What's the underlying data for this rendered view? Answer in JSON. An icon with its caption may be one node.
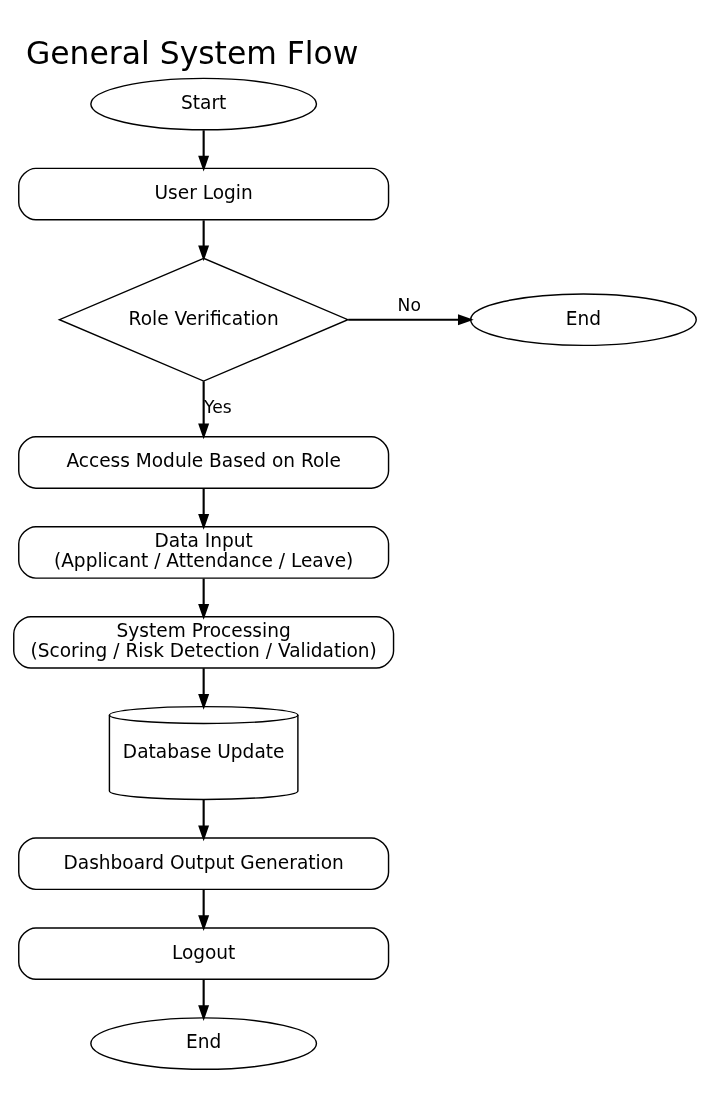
{
  "diagram": {
    "title": "General System Flow",
    "nodes": [
      {
        "text": [
          "Start"
        ]
      },
      {
        "text": [
          "User Login"
        ]
      },
      {
        "text": [
          "Role Verification"
        ]
      },
      {
        "text": [
          "End"
        ]
      },
      {
        "text": [
          "Access Module Based on Role"
        ]
      },
      {
        "text": [
          "Data Input",
          "(Applicant / Attendance / Leave)"
        ]
      },
      {
        "text": [
          "System Processing",
          "(Scoring / Risk Detection / Validation)"
        ]
      },
      {
        "text": [
          "Database Update"
        ]
      },
      {
        "text": [
          "Dashboard Output Generation"
        ]
      },
      {
        "text": [
          "Logout"
        ]
      },
      {
        "text": [
          "End"
        ]
      }
    ],
    "edges": [
      {
        "from": 0,
        "to": 1,
        "arrow": "to"
      },
      {
        "from": 1,
        "to": 2,
        "arrow": "to"
      },
      {
        "from": 2,
        "to": 3,
        "arrow": "to",
        "label": "No"
      },
      {
        "from": 2,
        "to": 4,
        "arrow": "to",
        "label": "Yes"
      },
      {
        "from": 4,
        "to": 5,
        "arrow": "to"
      },
      {
        "from": 5,
        "to": 6,
        "arrow": "to"
      },
      {
        "from": 6,
        "to": 7,
        "arrow": "to"
      },
      {
        "from": 7,
        "to": 8,
        "arrow": "to"
      },
      {
        "from": 8,
        "to": 9,
        "arrow": "to"
      },
      {
        "from": 9,
        "to": 10,
        "arrow": "to"
      }
    ]
  }
}
